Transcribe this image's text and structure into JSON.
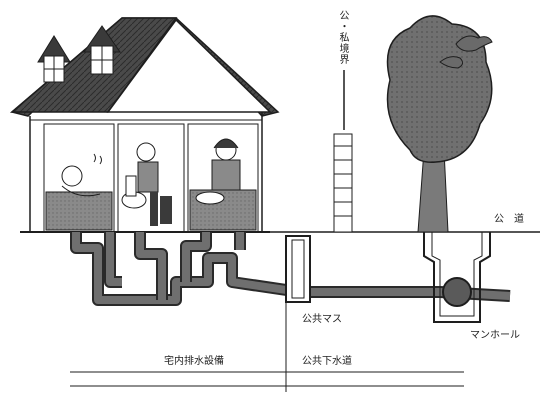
{
  "labels": {
    "boundary": "公・私境界",
    "public_road": "公　道",
    "public_basin": "公共マス",
    "manhole": "マンホール",
    "house_drainage": "宅内排水設備",
    "public_sewer": "公共下水道"
  },
  "colors": {
    "pipe": "#6f6f6f",
    "pipe_outline": "#2a2a2a",
    "roof": "#3e3e3e",
    "tree": "#6a6a6a",
    "line": "#222222"
  },
  "icons": {
    "bird": "bird-icon",
    "tree": "tree-icon",
    "manhole": "manhole-icon"
  }
}
